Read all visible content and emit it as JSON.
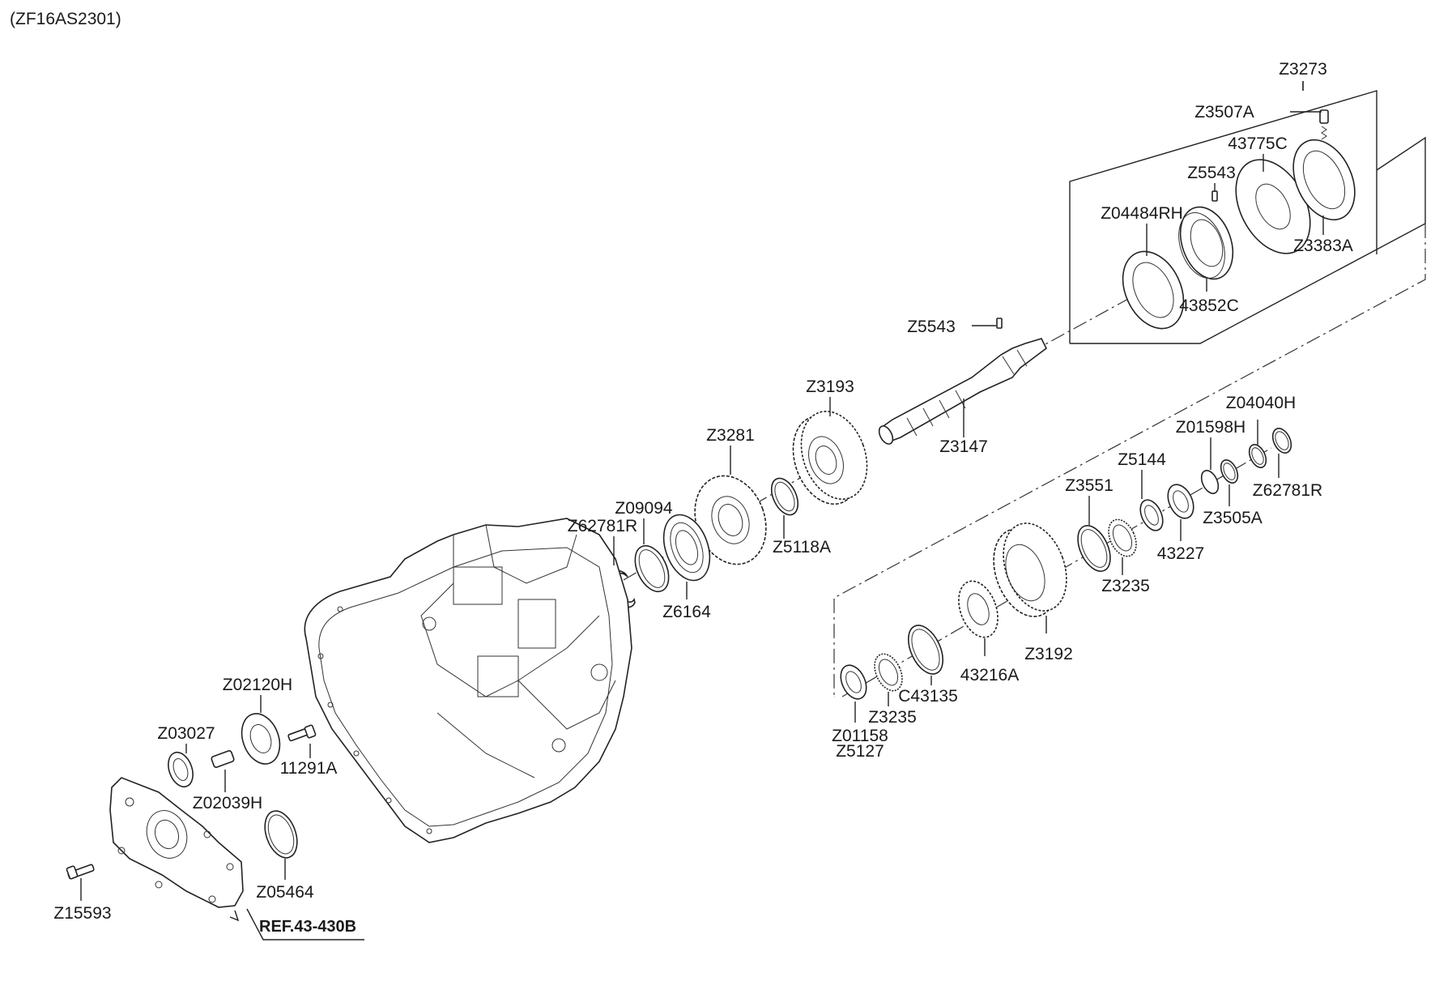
{
  "diagram_code": "(ZF16AS2301)",
  "reference": "REF.43-430B",
  "labels": {
    "Z3273": "Z3273",
    "Z3507A": "Z3507A",
    "43775C": "43775C",
    "Z5543_top": "Z5543",
    "Z04484RH": "Z04484RH",
    "Z3383A": "Z3383A",
    "43852C": "43852C",
    "Z5543_mid": "Z5543",
    "Z3193": "Z3193",
    "Z3147": "Z3147",
    "Z3281": "Z3281",
    "Z09094": "Z09094",
    "Z62781R_left": "Z62781R",
    "Z5118A": "Z5118A",
    "Z6164": "Z6164",
    "Z04040H": "Z04040H",
    "Z01598H": "Z01598H",
    "Z5144": "Z5144",
    "Z3551": "Z3551",
    "Z62781R_right": "Z62781R",
    "Z3505A": "Z3505A",
    "43227": "43227",
    "Z3235_upper": "Z3235",
    "Z3192": "Z3192",
    "43216A": "43216A",
    "C43135": "C43135",
    "Z3235_lower": "Z3235",
    "Z01158": "Z01158",
    "Z5127": "Z5127",
    "Z02120H": "Z02120H",
    "Z03027": "Z03027",
    "11291A": "11291A",
    "Z02039H": "Z02039H",
    "Z05464": "Z05464",
    "Z15593": "Z15593"
  }
}
